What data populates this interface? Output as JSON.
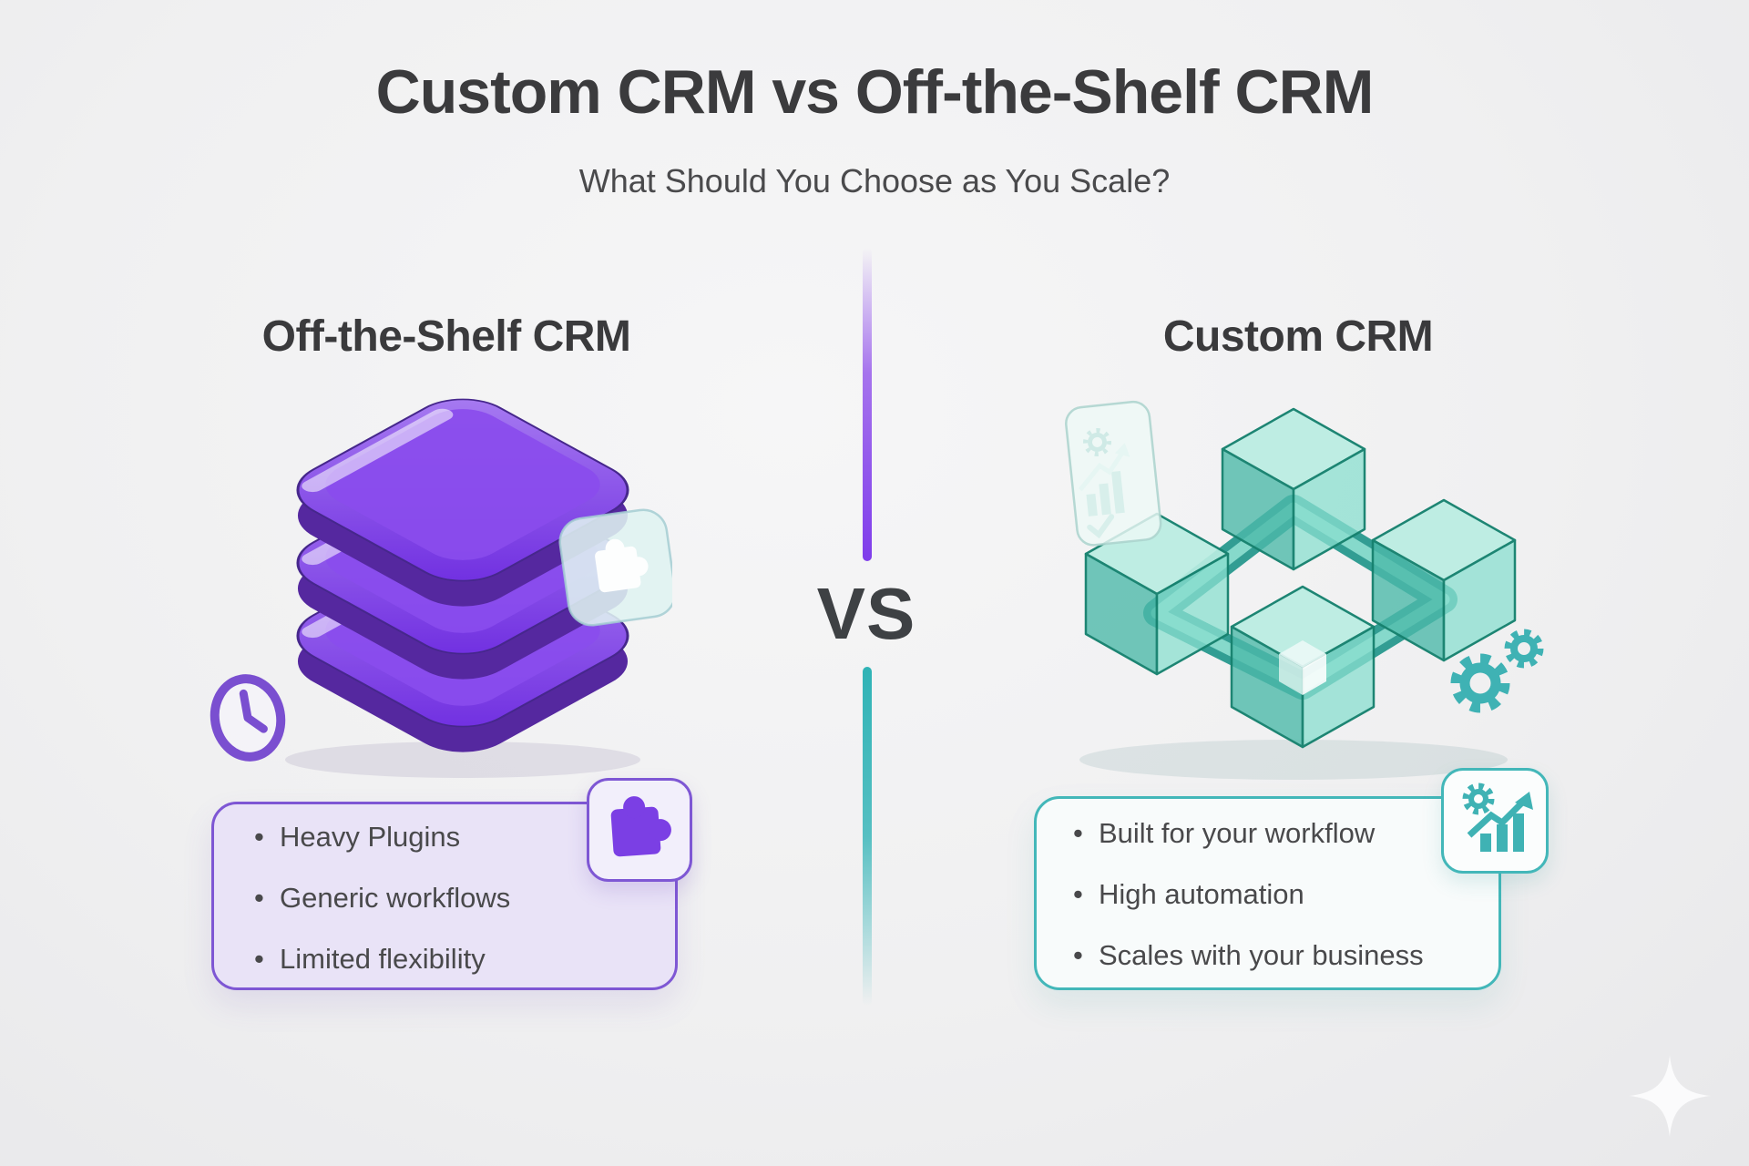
{
  "page": {
    "title": "Custom CRM vs Off-the-Shelf CRM",
    "subtitle": "What Should You Choose as You Scale?"
  },
  "center": {
    "vs_label": "VS"
  },
  "left": {
    "heading": "Off-the-Shelf CRM",
    "illustration": "purple-stacked-layers-3d",
    "bullets": [
      "Heavy Plugins",
      "Generic workflows",
      "Limited flexibility"
    ]
  },
  "right": {
    "heading": "Custom CRM",
    "illustration": "teal-connected-cubes-3d",
    "bullets": [
      "Built for your workflow",
      "High automation",
      "Scales with your business"
    ]
  },
  "icons": {
    "left_marker": "clock-icon",
    "left_badge": "puzzle-icon",
    "left_glass_tag": "glass-puzzle-icon",
    "right_badge": "gear-growth-chart-icon",
    "right_marker": "gears-icon",
    "right_glass_tag": "glass-gear-chart-card-icon",
    "corner_decor": "sparkle-icon"
  },
  "colors": {
    "purple_accent": "#7e57d4",
    "purple_vivid": "#7b3fe4",
    "purple_box_bg": "#e8e2f7",
    "teal_accent": "#43b7b9",
    "teal_cube": "#6fd2c2",
    "title_text": "#3b3b3d",
    "body_text": "#49494b",
    "background": "#f0f0f1"
  }
}
